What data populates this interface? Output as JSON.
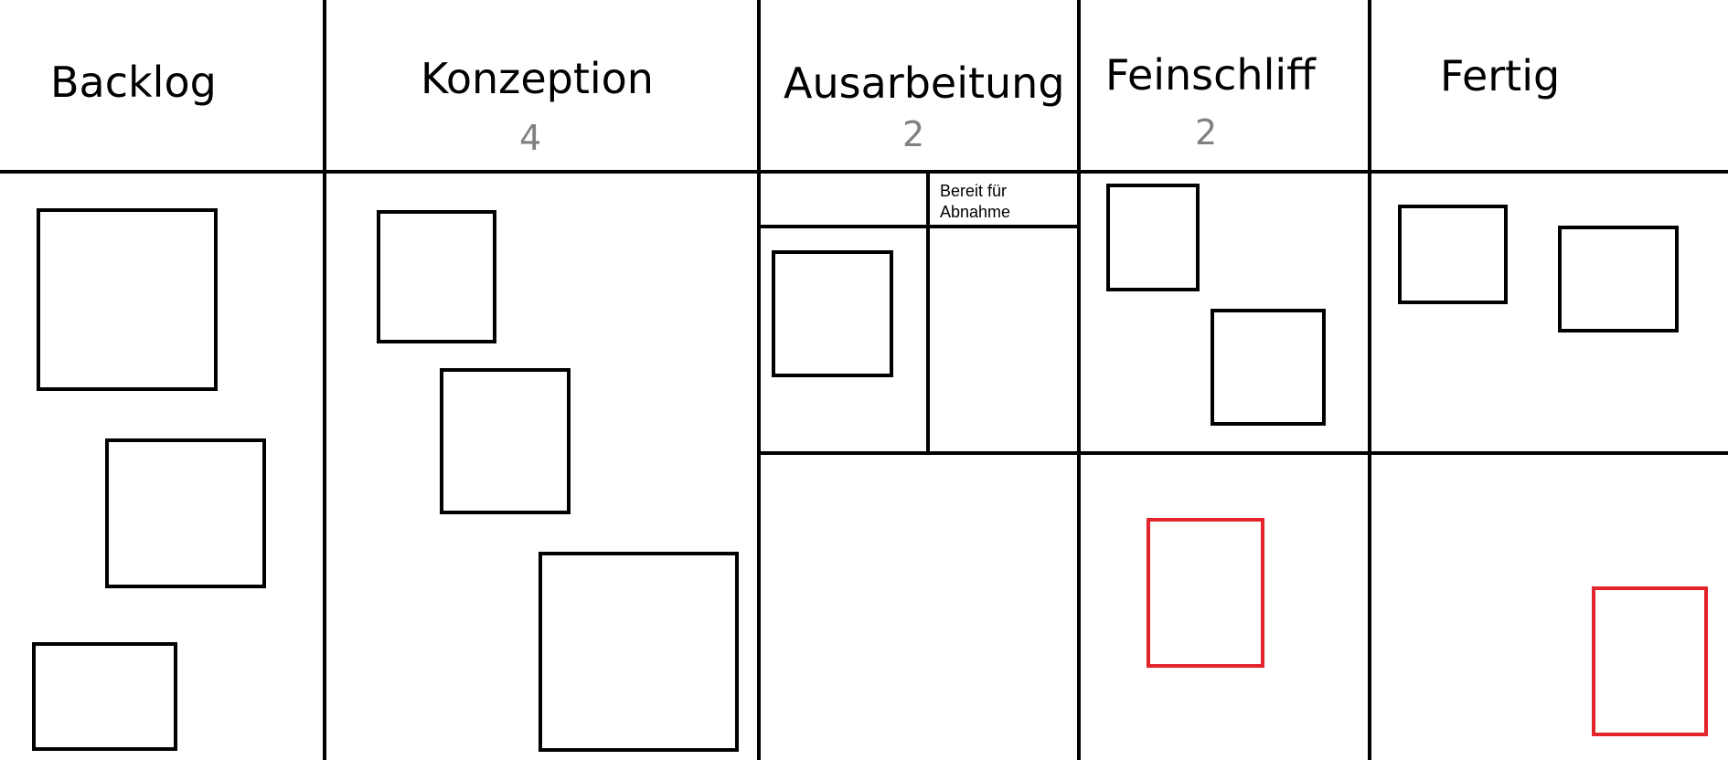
{
  "board": {
    "columns": [
      {
        "id": "backlog",
        "title": "Backlog",
        "wip_limit": ""
      },
      {
        "id": "konzeption",
        "title": "Konzeption",
        "wip_limit": "4"
      },
      {
        "id": "ausarbeitung",
        "title": "Ausarbeitung",
        "wip_limit": "2"
      },
      {
        "id": "feinschliff",
        "title": "Feinschliff",
        "wip_limit": "2"
      },
      {
        "id": "fertig",
        "title": "Fertig",
        "wip_limit": ""
      }
    ],
    "sub_columns": {
      "ausarbeitung_done_line1": "Bereit für",
      "ausarbeitung_done_line2": "Abnahme"
    },
    "colors": {
      "line": "#000000",
      "card_border": "#000000",
      "urgent_card_border": "#e3242b",
      "wip_text": "#808080"
    },
    "cards": [
      {
        "column": "backlog",
        "lane": "standard",
        "urgent": false
      },
      {
        "column": "backlog",
        "lane": "standard",
        "urgent": false
      },
      {
        "column": "backlog",
        "lane": "standard",
        "urgent": false
      },
      {
        "column": "konzeption",
        "lane": "standard",
        "urgent": false
      },
      {
        "column": "konzeption",
        "lane": "standard",
        "urgent": false
      },
      {
        "column": "konzeption",
        "lane": "standard",
        "urgent": false
      },
      {
        "column": "ausarbeitung",
        "lane": "standard",
        "urgent": false
      },
      {
        "column": "feinschliff",
        "lane": "standard",
        "urgent": false
      },
      {
        "column": "feinschliff",
        "lane": "standard",
        "urgent": false
      },
      {
        "column": "feinschliff",
        "lane": "expedite",
        "urgent": true
      },
      {
        "column": "fertig",
        "lane": "standard",
        "urgent": false
      },
      {
        "column": "fertig",
        "lane": "standard",
        "urgent": false
      },
      {
        "column": "fertig",
        "lane": "expedite",
        "urgent": true
      }
    ]
  }
}
